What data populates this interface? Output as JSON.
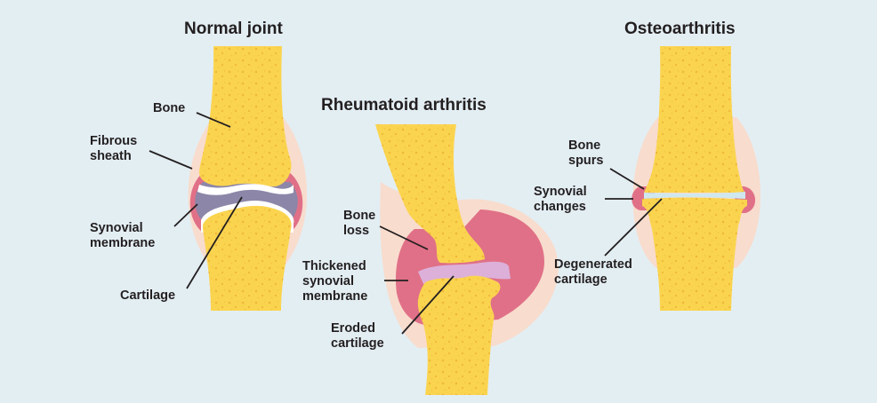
{
  "joints": [
    {
      "title": "Normal joint",
      "labels": {
        "bone": "Bone",
        "fibrous_sheath": "Fibrous\nsheath",
        "synovial_membrane": "Synovial\nmembrane",
        "cartilage": "Cartilage"
      }
    },
    {
      "title": "Rheumatoid arthritis",
      "labels": {
        "bone_loss": "Bone\nloss",
        "thickened_synovial_membrane": "Thickened\nsynovial\nmembrane",
        "eroded_cartilage": "Eroded\ncartilage"
      }
    },
    {
      "title": "Osteoarthritis",
      "labels": {
        "bone_spurs": "Bone\nspurs",
        "synovial_changes": "Synovial\nchanges",
        "degenerated_cartilage": "Degenerated\ncartilage"
      }
    }
  ],
  "colors": {
    "background": "#e3eef3",
    "bone": "#fbd44f",
    "bone_pore": "#eeb838",
    "fibrous_sheath": "#f8dccd",
    "synovial_membrane": "#e07087",
    "synovial_fluid": "#8c86a8",
    "cartilage": "#ffffff",
    "eroded_cartilage": "#dcb0d9",
    "degenerated_cartilage": "#cfe7ee",
    "text": "#231f20"
  }
}
